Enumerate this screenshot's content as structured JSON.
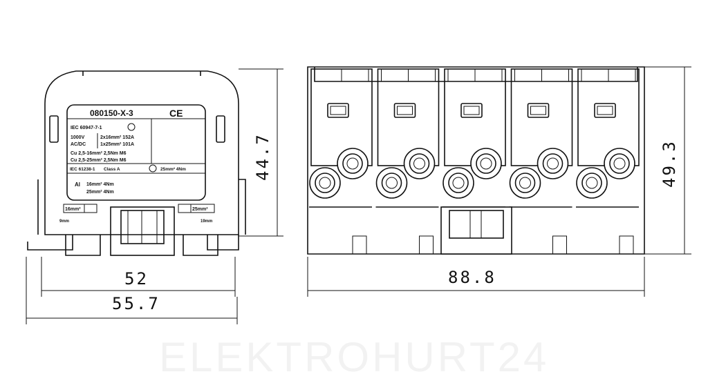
{
  "watermark": "ELEKTROHURT24",
  "label": {
    "part_number": "080150-X-3",
    "ce_mark": "CE",
    "standard_1": "IEC 60947-7-1",
    "voltage": "1000V",
    "current_type": "AC/DC",
    "rating_1": "2x16mm² 152A",
    "rating_2": "1x25mm² 101A",
    "cu_1": "Cu 2,5-16mm² 2,5Nm M6",
    "cu_2": "Cu 2,5-25mm² 2,5Nm M6",
    "standard_2": "IEC 61238-1",
    "class": "Class A",
    "std2_rating": "25mm²  4Nm",
    "al_prefix": "Al",
    "al_1": "16mm²   4Nm",
    "al_2": "25mm²   4Nm",
    "left_tag": "16mm²",
    "right_tag": "25mm²",
    "left_strip": "9mm",
    "right_strip": "19mm"
  },
  "dimensions": {
    "front_height": "44.7",
    "front_inner_width": "52",
    "front_total_width": "55.7",
    "side_width": "88.8",
    "side_height": "49.3"
  }
}
